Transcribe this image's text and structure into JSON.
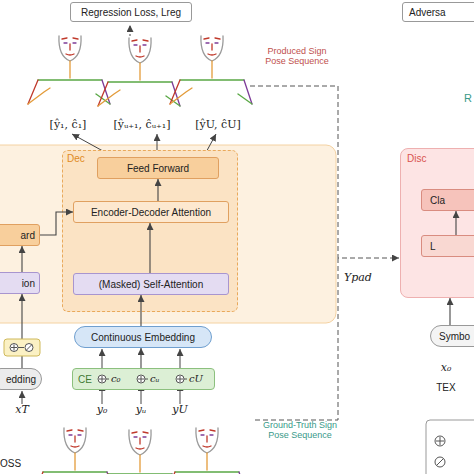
{
  "diagram": {
    "nodes": [
      {
        "text": [
          "Regression Loss, Lreg"
        ]
      },
      {
        "text": [
          "Adversa"
        ]
      },
      {
        "text": [
          "Dec"
        ]
      },
      {
        "text": [
          "Feed Forward"
        ],
        "in": 2
      },
      {
        "text": [
          "Encoder-Decoder Attention"
        ],
        "in": 2
      },
      {
        "text": [
          "(Masked) Self-Attention"
        ],
        "in": 2
      },
      {
        "text": [
          "ard"
        ]
      },
      {
        "text": [
          "ion"
        ]
      },
      {
        "text": [
          "Continuous Embedding"
        ]
      },
      {
        "text": [
          "CE",
          "c₀",
          "cᵤ",
          "cU"
        ]
      },
      {
        "text": [
          "edding"
        ]
      },
      {
        "text": [
          "Disc"
        ]
      },
      {
        "text": [
          "Cla"
        ],
        "in": 11
      },
      {
        "text": [
          "L"
        ],
        "in": 11
      },
      {
        "text": [
          "Symbo"
        ]
      }
    ],
    "edges": [
      {
        "from": 10,
        "to": 7,
        "arrow": "to"
      },
      {
        "from": 7,
        "to": 6,
        "arrow": "to"
      },
      {
        "from": 6,
        "to": 4,
        "arrow": "to"
      },
      {
        "from": 9,
        "to": 8,
        "arrow": "to"
      },
      {
        "from": 8,
        "to": 5,
        "arrow": "to"
      },
      {
        "from": 5,
        "to": 4,
        "arrow": "to"
      },
      {
        "from": 4,
        "to": 3,
        "arrow": "to"
      },
      {
        "from": 13,
        "to": 12,
        "arrow": "to"
      },
      {
        "from": 14,
        "to": 11,
        "arrow": "to"
      }
    ],
    "labels": [
      "[ŷ₁, ĉ₁]",
      "[ŷᵤ₊₁, ĉᵤ₊₁]",
      "[ŷU, ĉU]",
      "Produced Sign Pose Sequence",
      "R",
      "Ypad",
      "y₀",
      "yᵤ",
      "yU",
      "xT",
      "OSS",
      "x₀",
      "TEX",
      "Ground-Truth Sign Pose Sequence"
    ]
  }
}
